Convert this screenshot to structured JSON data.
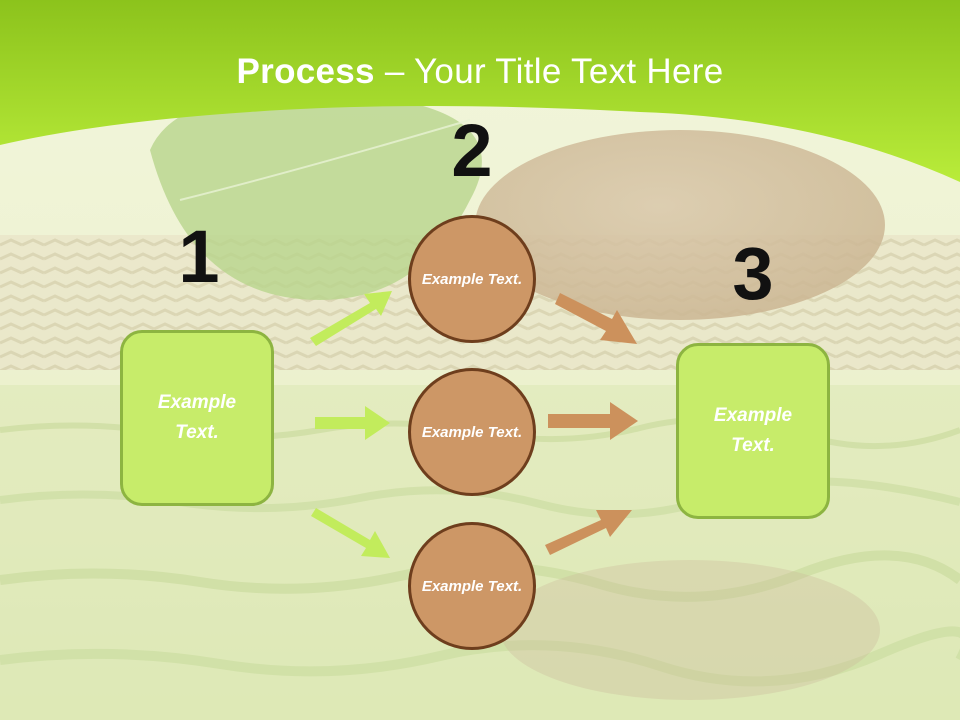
{
  "title": {
    "bold": "Process",
    "rest": " – Your Title Text Here"
  },
  "steps": [
    {
      "number": "1",
      "text": "Example Text."
    },
    {
      "number": "2"
    },
    {
      "number": "3",
      "text": "Example Text."
    }
  ],
  "circles": [
    {
      "text": "Example Text."
    },
    {
      "text": "Example Text."
    },
    {
      "text": "Example Text."
    }
  ],
  "colors": {
    "header_green": "#a6dc24",
    "box_fill": "#c7ec6a",
    "box_border": "#8db441",
    "circle_fill": "#cd9766",
    "circle_border": "#6e3e1d",
    "arrow_green": "#c2ec5c",
    "arrow_brown": "#cc915c"
  }
}
